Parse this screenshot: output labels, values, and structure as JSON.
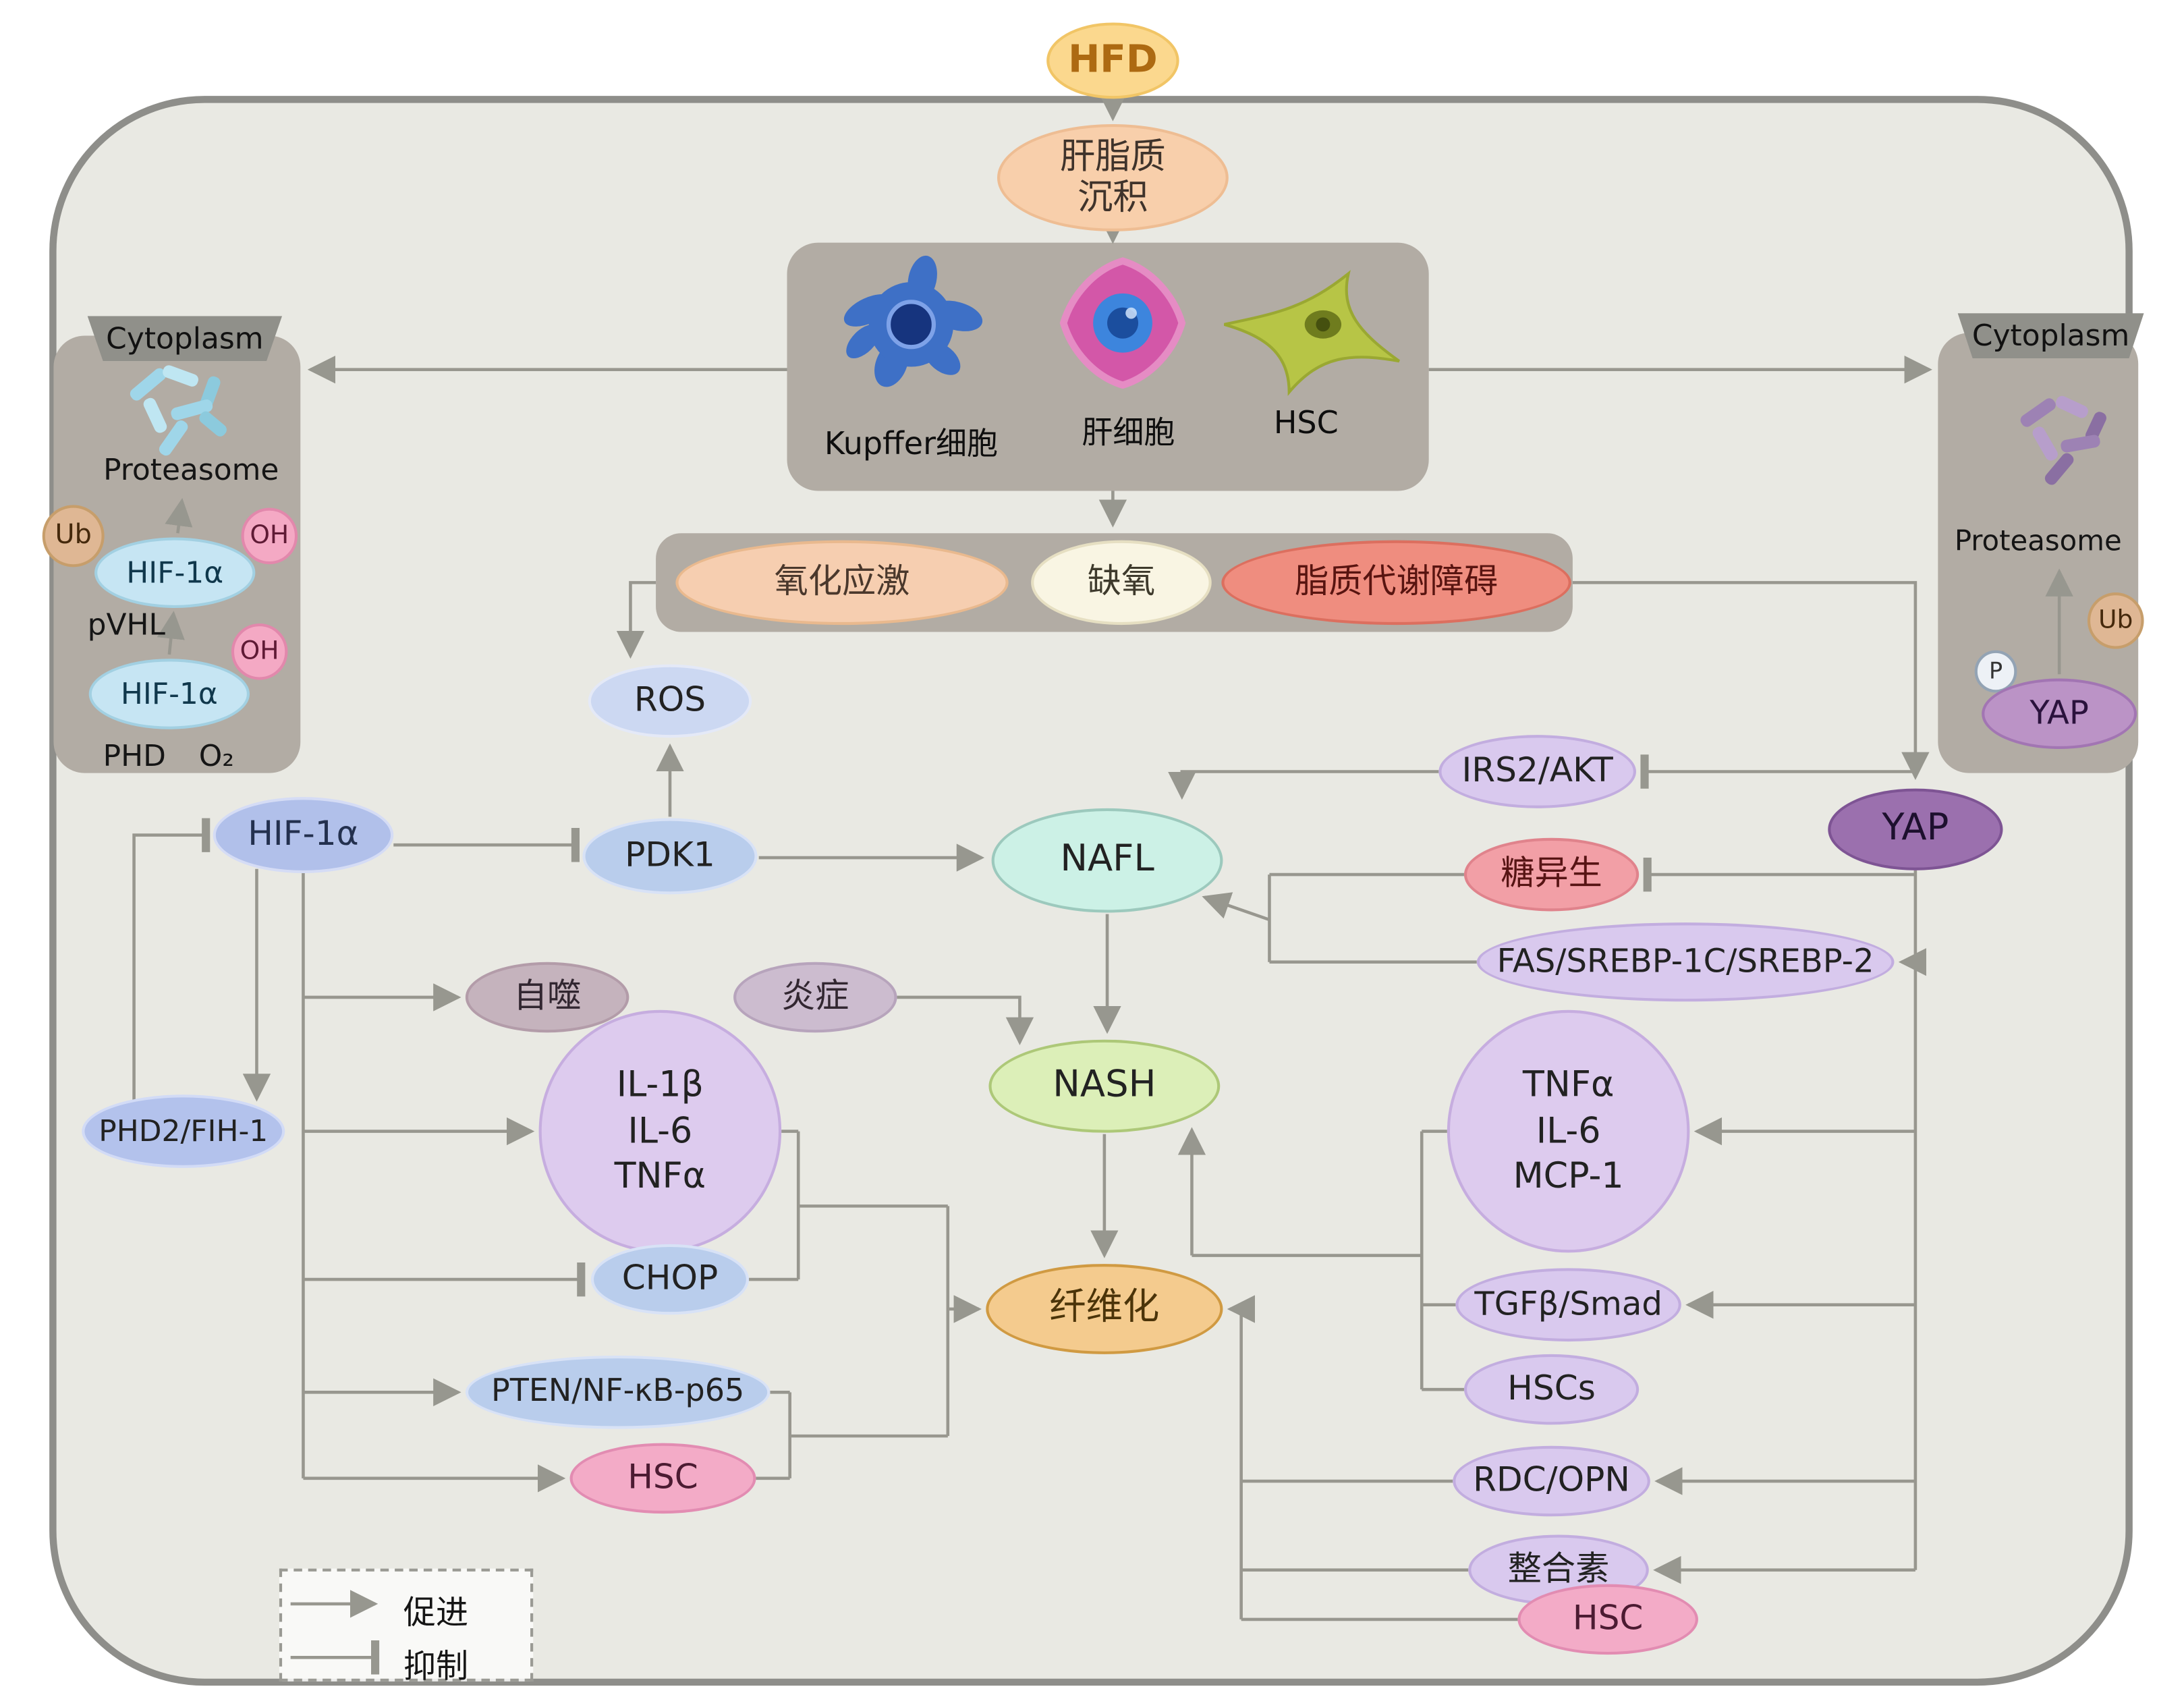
{
  "colors": {
    "background": "#e9e9e3",
    "panel_gray": "#b2aca4",
    "line_gray": "#98978f",
    "nafl_green": "#ccf1e6",
    "nash_green": "#dcefb8",
    "fibrosis_orange": "#f4cb8e",
    "yap_purple": "#9b70ae",
    "hif_blue": "#b1c0ea",
    "cytokine_purple": "#ddcbee",
    "hsc_pink": "#f3abc7",
    "stress_red": "#ef8d7f"
  },
  "top": {
    "hfd": "HFD",
    "lipid_line1": "肝脂质",
    "lipid_line2": "沉积"
  },
  "cells": {
    "kupffer": "Kupffer细胞",
    "hepatocyte": "肝细胞",
    "hsc": "HSC"
  },
  "stress": {
    "oxidative": "氧化应激",
    "hypoxia": "缺氧",
    "lipid_disorder": "脂质代谢障碍"
  },
  "left_panel": {
    "cytoplasm": "Cytoplasm",
    "proteasome": "Proteasome",
    "ub": "Ub",
    "oh_top": "OH",
    "oh_bottom": "OH",
    "hif_top": "HIF-1α",
    "hif_bottom": "HIF-1α",
    "pvhl": "pVHL",
    "phd": "PHD",
    "o2": "O₂"
  },
  "right_panel": {
    "cytoplasm": "Cytoplasm",
    "proteasome": "Proteasome",
    "ub": "Ub",
    "p": "P",
    "yap": "YAP"
  },
  "nodes": {
    "ros": "ROS",
    "hif1a": "HIF-1α",
    "pdk1": "PDK1",
    "nafl": "NAFL",
    "irs2_akt": "IRS2/AKT",
    "yap": "YAP",
    "gluconeogenesis": "糖异生",
    "fas_srebp": "FAS/SREBP-1C/SREBP-2",
    "autophagy": "自噬",
    "inflammation": "炎症",
    "nash": "NASH",
    "phd2_fih1": "PHD2/FIH-1",
    "chop": "CHOP",
    "fibrosis": "纤维化",
    "pten_nfkb": "PTEN/NF-κB-p65",
    "hsc_left": "HSC",
    "tgfb_smad": "TGFβ/Smad",
    "hscs": "HSCs",
    "rdc_opn": "RDC/OPN",
    "integrin": "整合素",
    "hsc_right": "HSC",
    "il_circle": {
      "line1": "IL-1β",
      "line2": "IL-6",
      "line3": "TNFα"
    },
    "tnf_circle": {
      "line1": "TNFα",
      "line2": "IL-6",
      "line3": "MCP-1"
    }
  },
  "legend": {
    "promote": "促进",
    "inhibit": "抑制"
  }
}
